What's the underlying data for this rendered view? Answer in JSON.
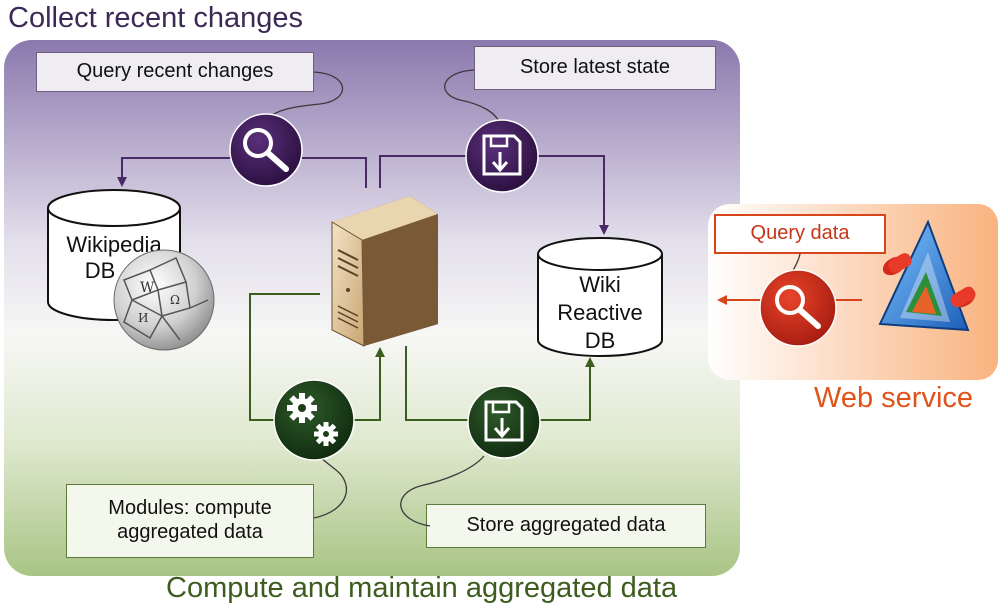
{
  "titles": {
    "collect": "Collect recent changes",
    "compute": "Compute and maintain aggregated data",
    "web_service": "Web service"
  },
  "labels": {
    "query_recent_changes": "Query recent changes",
    "store_latest_state": "Store latest state",
    "query_data": "Query data",
    "modules_line1": "Modules: compute",
    "modules_line2": "aggregated data",
    "store_aggregated_data": "Store aggregated data"
  },
  "databases": {
    "wikipedia_line1": "Wikipedia",
    "wikipedia_line2": "DB",
    "wiki_reactive_line1": "Wiki",
    "wiki_reactive_line2": "Reactive",
    "wiki_reactive_line3": "DB"
  },
  "colors": {
    "collect": "#3b1e4f",
    "compute": "#1f3d16",
    "web_service": "#d8451a"
  },
  "icons": [
    "search-icon",
    "floppy-save-icon",
    "gears-icon",
    "server-icon",
    "wikipedia-globe-icon",
    "web-service-logo"
  ]
}
